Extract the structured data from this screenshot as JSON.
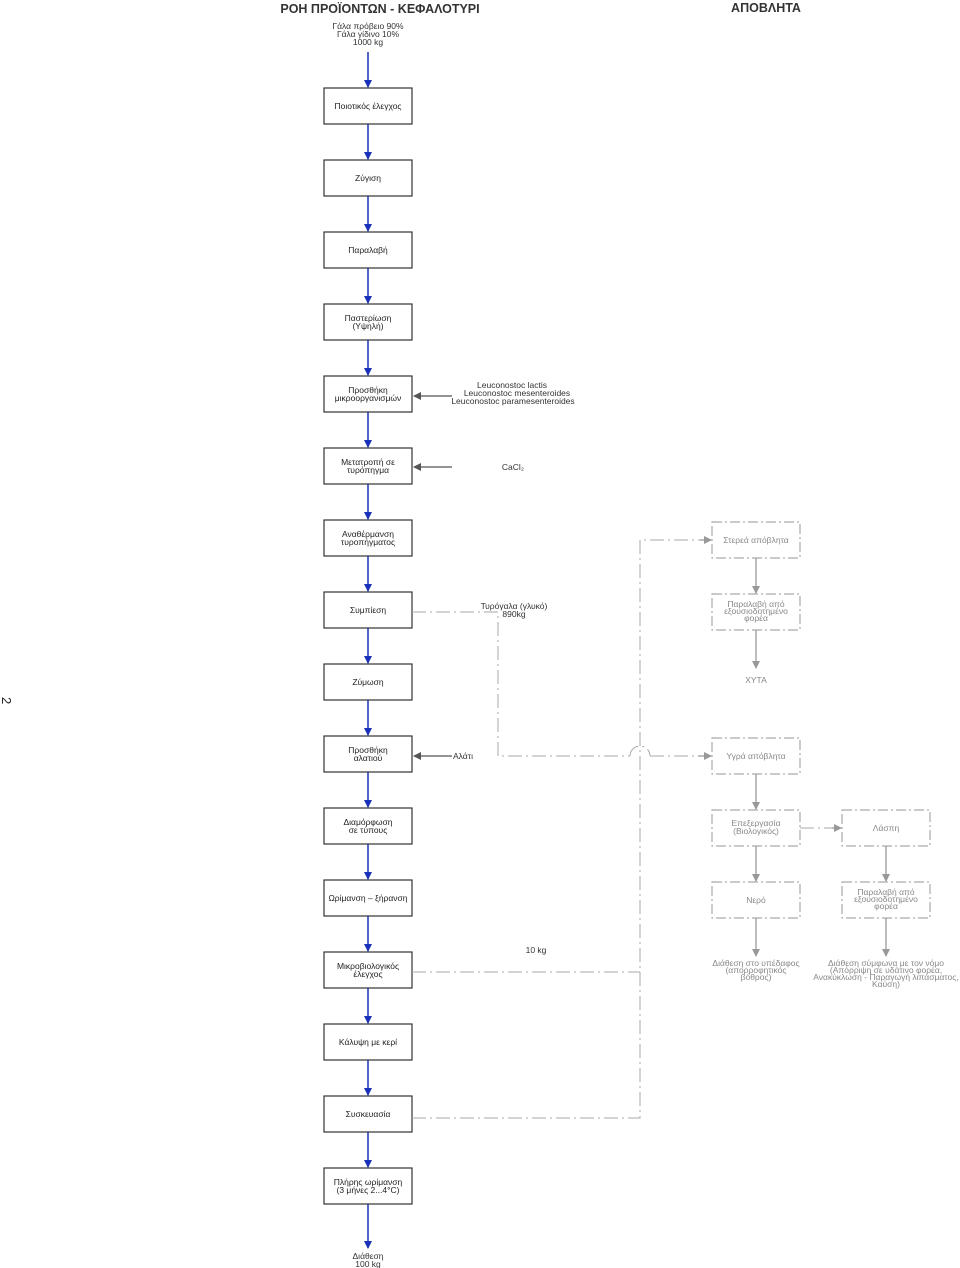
{
  "titles": {
    "products": "ΡΟΗ ΠΡΟΪΟΝΤΩΝ - ΚΕΦΑΛΟΤΥΡΙ",
    "waste": "ΑΠΟΒΛΗΤΑ"
  },
  "input": [
    "Γάλα πρόβειο 90%",
    "Γάλα γίδινο 10%",
    "1000 kg"
  ],
  "steps": [
    [
      "Ποιοτικός έλεγχος"
    ],
    [
      "Ζύγιση"
    ],
    [
      "Παραλαβή"
    ],
    [
      "Παστερίωση",
      "(Υψηλή)"
    ],
    [
      "Προσθήκη",
      "μικροοργανισμών"
    ],
    [
      "Μετατροπή σε",
      "τυρόπηγμα"
    ],
    [
      "Αναθέρμανση",
      "τυροπήγματος"
    ],
    [
      "Συμπίεση"
    ],
    [
      "Ζύμωση"
    ],
    [
      "Προσθήκη",
      "αλατιού"
    ],
    [
      "Διαμόρφωση",
      "σε τύπους"
    ],
    [
      "Ωρίμανση – ξήρανση"
    ],
    [
      "Μικροβιολογικός",
      "έλεγχος"
    ],
    [
      "Κάλυψη με κερί"
    ],
    [
      "Συσκευασία"
    ],
    [
      "Πλήρης ωρίμανση",
      "(3 μήνες 2...4°C)"
    ]
  ],
  "output": [
    "Διάθεση",
    "100 kg"
  ],
  "additions": {
    "microorganisms": [
      "Leuconostoc lactis",
      "Leuconostoc mesenteroides",
      "Leuconostoc paramesenteroides"
    ],
    "cacl2": "CaCl₂",
    "salt": "Αλάτι",
    "whey": [
      "Τυρόγαλα (γλυκό)",
      "890kg"
    ],
    "ten_kg": "10 kg"
  },
  "waste": {
    "solid": "Στερεά απόβλητα",
    "solid_pickup": [
      "Παραλαβή από",
      "εξουσιοδοτημένο",
      "φορέα"
    ],
    "xyta": "ΧΥΤΑ",
    "liquid": "Υγρά απόβλητα",
    "treatment": [
      "Επεξεργασία",
      "(Βιολογικός)"
    ],
    "sludge": "Λάσπη",
    "water": "Νερό",
    "sludge_pickup": [
      "Παραλαβή από",
      "εξουσιοδοτημένο",
      "φορέα"
    ],
    "water_disposal": [
      "Διάθεση στο υπέδαφος",
      "(απορροφητικός",
      "βόθρος)"
    ],
    "sludge_disposal": [
      "Διάθεση σύμφωνα με τον νόμο",
      "(Απόρριψη σε υδάτινο φορέα,",
      "Ανακύκλωση - Παραγωγή λιπάσματος,",
      "Καύση)"
    ]
  },
  "page_number": "2"
}
